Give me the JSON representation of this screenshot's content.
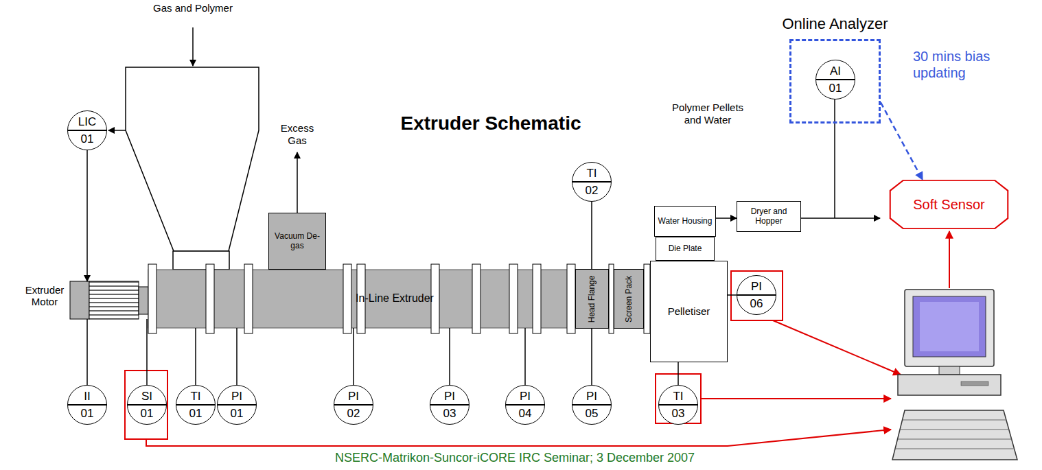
{
  "diagram": {
    "title": "Extruder Schematic",
    "caption": "NSERC-Matrikon-Suncor-iCORE IRC Seminar; 3 December 2007",
    "nodes": [
      {
        "text": [
          "LIC",
          "01"
        ]
      },
      {
        "text": [
          "Vacuum De-gas"
        ]
      },
      {
        "text": [
          "TI",
          "02"
        ]
      },
      {
        "text": [
          "Online Analyzer"
        ]
      },
      {
        "text": [
          "AI",
          "01"
        ],
        "in": 3
      },
      {
        "text": [
          "Water Housing"
        ]
      },
      {
        "text": [
          "Die Plate"
        ]
      },
      {
        "text": [
          "Dryer and Hopper"
        ]
      },
      {
        "text": [
          "Soft Sensor"
        ]
      },
      {
        "text": [
          "Extruder Motor"
        ]
      },
      {
        "text": [
          "In-Line Extruder"
        ]
      },
      {
        "text": [
          "Head Flange"
        ]
      },
      {
        "text": [
          "Screen Pack"
        ]
      },
      {
        "text": [
          "Pelletiser"
        ]
      },
      {
        "text": [
          "PI",
          "06"
        ]
      },
      {
        "text": [
          "II",
          "01"
        ]
      },
      {
        "text": [
          "SI",
          "01"
        ]
      },
      {
        "text": [
          "TI",
          "01"
        ]
      },
      {
        "text": [
          "PI",
          "01"
        ]
      },
      {
        "text": [
          "PI",
          "02"
        ]
      },
      {
        "text": [
          "PI",
          "03"
        ]
      },
      {
        "text": [
          "PI",
          "04"
        ]
      },
      {
        "text": [
          "PI",
          "05"
        ]
      },
      {
        "text": [
          "TI",
          "03"
        ]
      }
    ],
    "edges": [
      {
        "from": 0,
        "to": 9,
        "arrow": "to"
      },
      {
        "from": 2,
        "to": 11,
        "arrow": "none"
      },
      {
        "from": 3,
        "to": 8,
        "arrow": "to"
      },
      {
        "from": 5,
        "to": 7,
        "arrow": "to"
      },
      {
        "from": 14,
        "to": 13,
        "arrow": "none"
      },
      {
        "from": 15,
        "to": 9,
        "arrow": "none"
      },
      {
        "from": 16,
        "to": 9,
        "arrow": "none"
      },
      {
        "from": 17,
        "to": 10,
        "arrow": "none"
      },
      {
        "from": 18,
        "to": 10,
        "arrow": "none"
      },
      {
        "from": 19,
        "to": 10,
        "arrow": "none"
      },
      {
        "from": 20,
        "to": 10,
        "arrow": "none"
      },
      {
        "from": 21,
        "to": 10,
        "arrow": "none"
      },
      {
        "from": 22,
        "to": 11,
        "arrow": "none"
      },
      {
        "from": 23,
        "to": 13,
        "arrow": "none"
      }
    ],
    "labels": [
      "Gas and Polymer",
      "Excess Gas",
      "Polymer Pellets and Water",
      "30 mins bias updating"
    ]
  }
}
